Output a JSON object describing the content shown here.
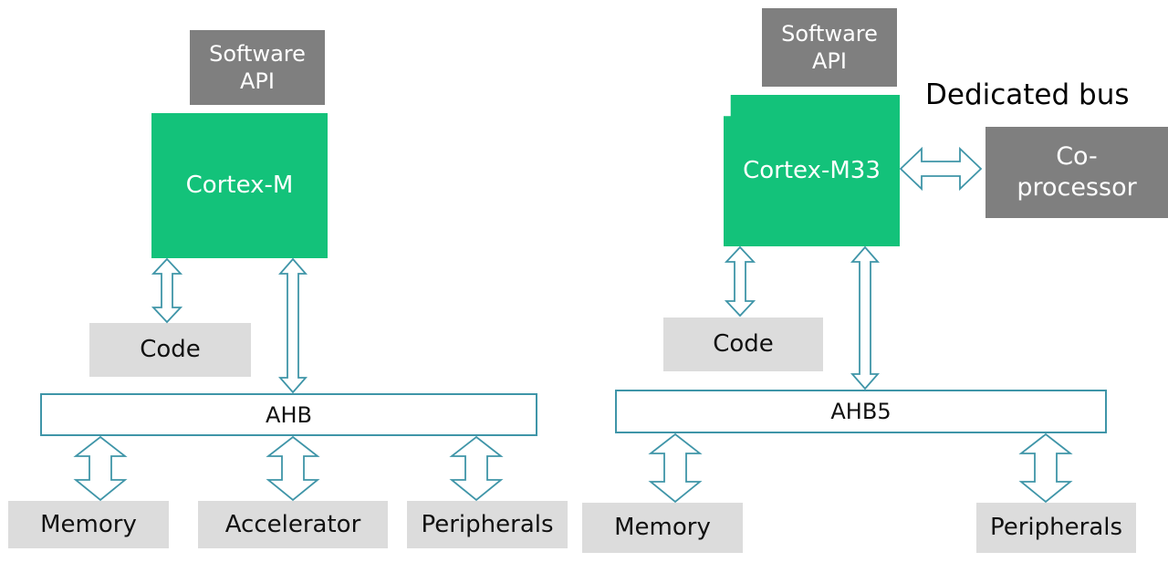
{
  "left": {
    "software_api": "Software\nAPI",
    "cpu": "Cortex-M",
    "code": "Code",
    "bus": "AHB",
    "memory": "Memory",
    "accelerator": "Accelerator",
    "peripherals": "Peripherals"
  },
  "right": {
    "software_api": "Software\nAPI",
    "cpu": "Cortex-M33",
    "dedicated_bus": "Dedicated bus",
    "coprocessor": "Co-\nprocessor",
    "code": "Code",
    "bus": "AHB5",
    "memory": "Memory",
    "peripherals": "Peripherals"
  },
  "colors": {
    "cpu": "#13c27a",
    "software_api": "#7f7f7f",
    "light_box": "#dcdcdc",
    "arrow": "#3f95a8"
  }
}
